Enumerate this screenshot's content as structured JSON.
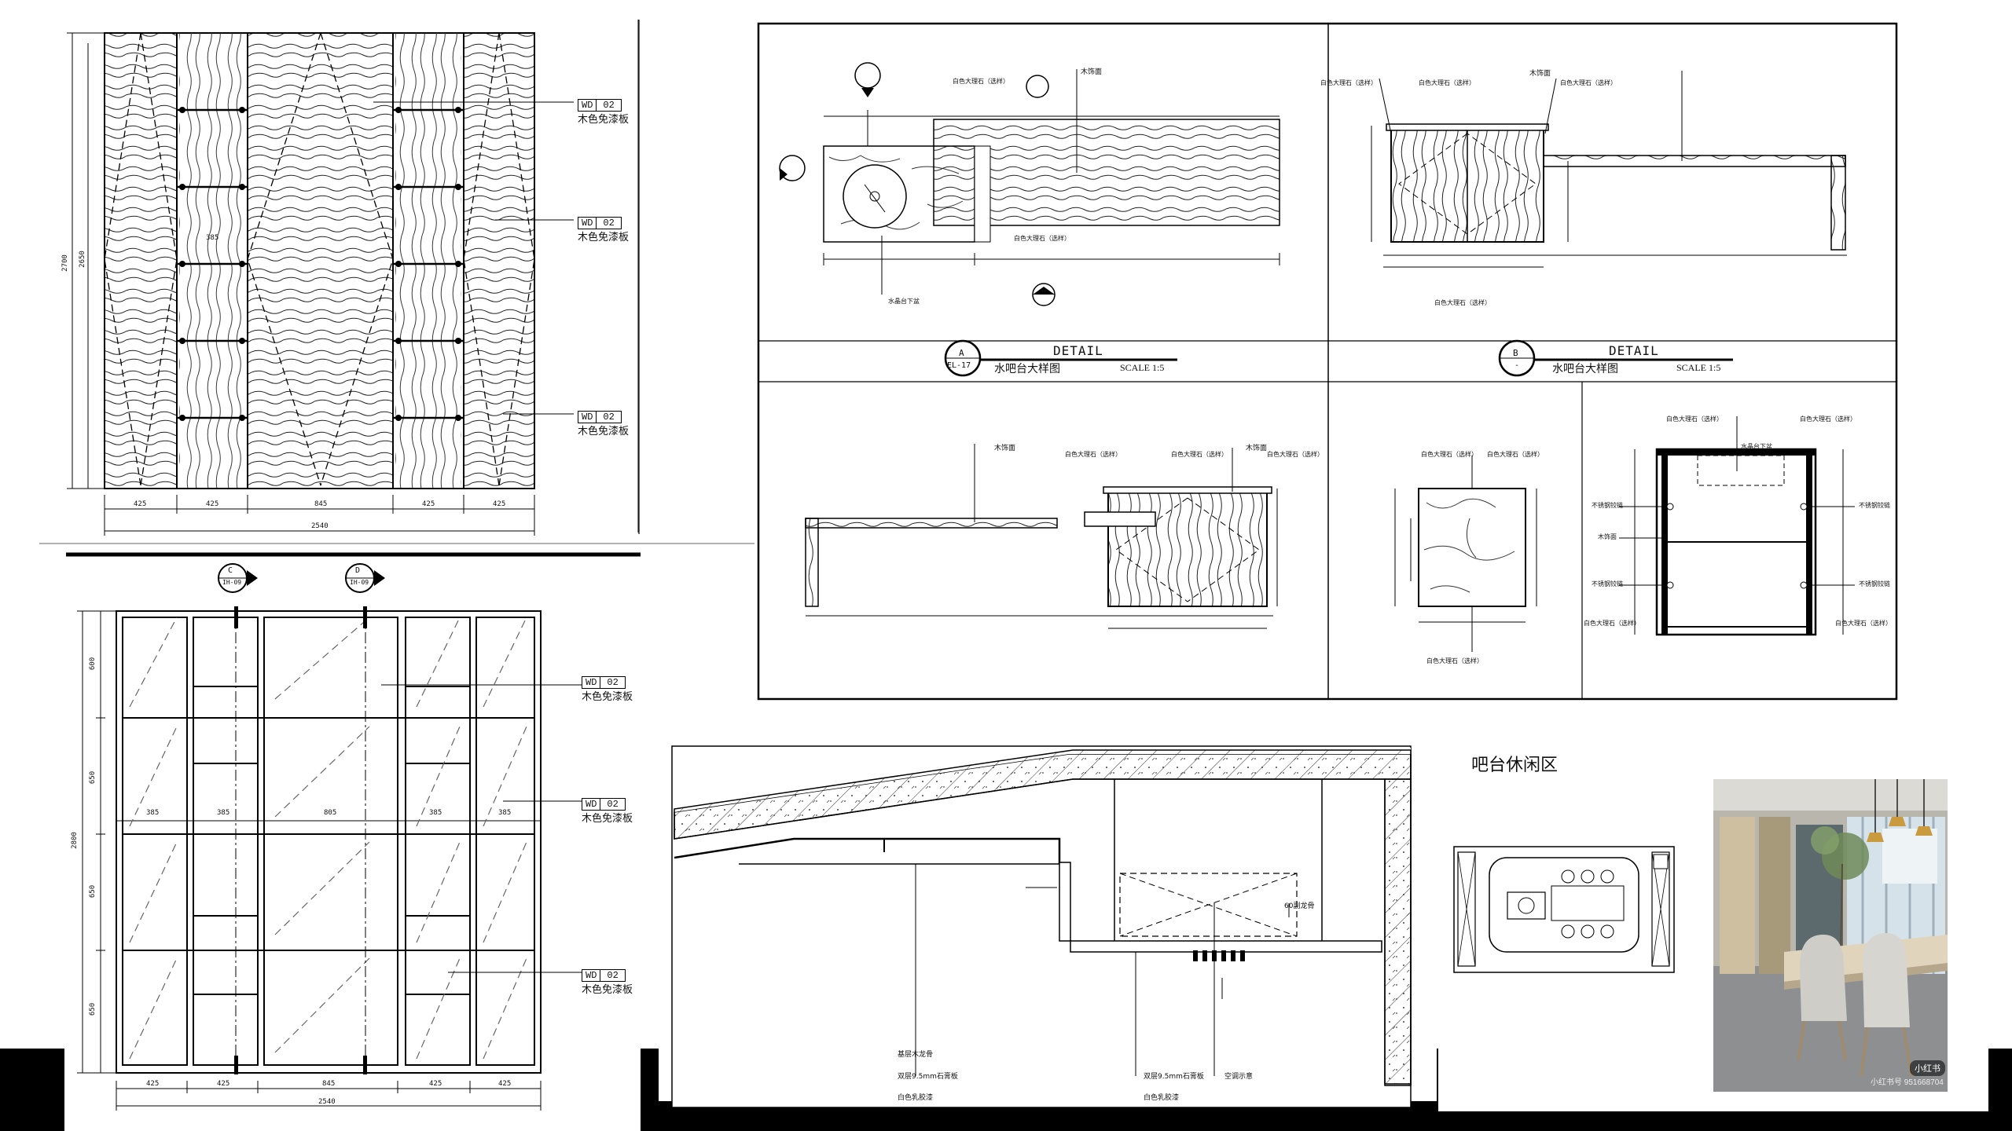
{
  "material_code": {
    "prefix": "WD",
    "number": "02",
    "name": "木色免漆板"
  },
  "stone_tag": {
    "name": "白色大理石（选样）"
  },
  "elevation_top_left": {
    "dims_bottom": [
      "425",
      "425",
      "845",
      "425",
      "425"
    ],
    "total_width": "2540",
    "height_outer": "2700",
    "height_inner": "2650",
    "shelf_dim": "385"
  },
  "elevation_bottom_left": {
    "markers": [
      {
        "letter": "C",
        "sheet": "IH-09"
      },
      {
        "letter": "D",
        "sheet": "IH-09"
      }
    ],
    "dims_row": [
      "385",
      "385",
      "805",
      "385",
      "385"
    ],
    "dims_bottom": [
      "425",
      "425",
      "845",
      "425",
      "425"
    ],
    "total_width": "2540",
    "height_total": "2800",
    "height_parts": [
      "600",
      "650",
      "650",
      "650"
    ]
  },
  "detail_a": {
    "marker_letter": "A",
    "marker_sheet": "EL-17",
    "title": "DETAIL",
    "subtitle": "水吧台大样图",
    "scale": "SCALE 1:5",
    "notes": [
      "木饰面",
      "白色大理石（选样）",
      "水晶台下盆"
    ]
  },
  "detail_b": {
    "marker_letter": "B",
    "marker_sheet": "-",
    "title": "DETAIL",
    "subtitle": "水吧台大样图",
    "scale": "SCALE 1:5",
    "notes": [
      "木饰面",
      "白色大理石（选样）"
    ]
  },
  "detail_lower": {
    "notes": [
      "木饰面",
      "白色大理石（选样）",
      "不锈钢铰链",
      "水晶台下盆"
    ]
  },
  "ceiling_section": {
    "notes": [
      "基层木龙骨",
      "双层9.5mm石膏板",
      "白色乳胶漆",
      "空调示意",
      "60副龙骨"
    ]
  },
  "bar_area": {
    "title": "吧台休闲区"
  },
  "photo": {
    "tag": "小红书",
    "id": "小红书号 951668704"
  }
}
